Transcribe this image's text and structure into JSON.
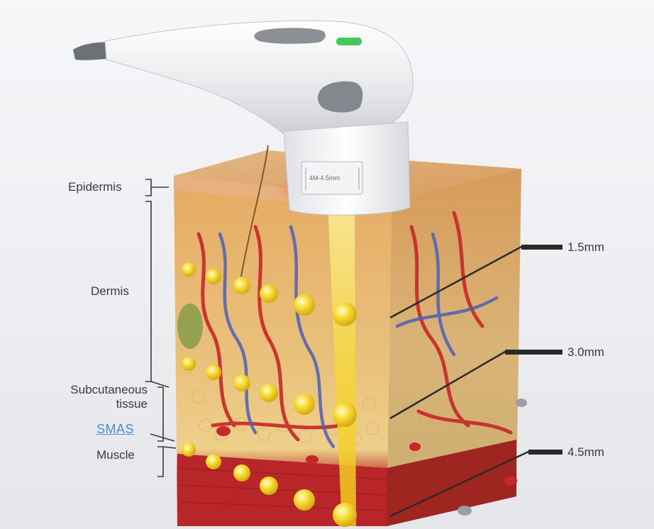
{
  "layers": {
    "epidermis": "Epidermis",
    "dermis": "Dermis",
    "subcutaneous_line1": "Subcutaneous",
    "subcutaneous_line2": "tissue",
    "smas": "SMAS",
    "muscle": "Muscle"
  },
  "depths": {
    "d1": "1.5mm",
    "d2": "3.0mm",
    "d3": "4.5mm"
  },
  "transducer_label": "4M-4.5mm",
  "colors": {
    "focal_point": "#f5d21f",
    "beam": "#f2c81a",
    "muscle": "#b8262a",
    "vessel_red": "#c8262a",
    "vessel_blue": "#4b5fb8",
    "smas_text": "#4a8fd0",
    "button_green": "#3fca5a"
  },
  "icons": [
    "hifu-handpiece-icon",
    "skin-cross-section-icon"
  ]
}
